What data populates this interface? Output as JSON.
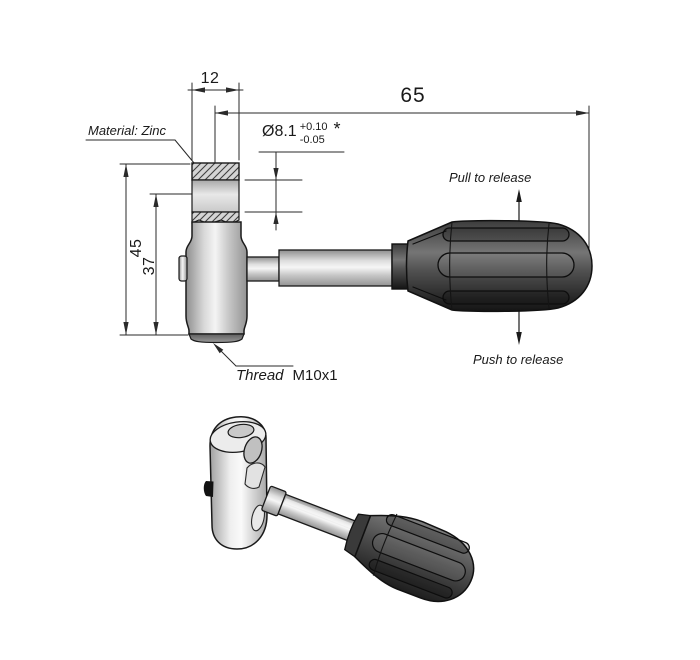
{
  "front_view": {
    "dim_width": "12",
    "dim_length": "65",
    "dim_height": "45",
    "dim_inner_height": "37",
    "material_note": "Material: Zinc",
    "hole": {
      "diameter": "Ø8.1",
      "tol_plus": "+0.10",
      "tol_minus": "-0.05",
      "flag": "*"
    },
    "pull_note": "Pull to release",
    "push_note": "Push to release",
    "thread": {
      "label": "Thread",
      "value": "M10x1"
    }
  },
  "colors": {
    "line": "#1a1a1a",
    "metal_light": "#f4f4f4",
    "metal_dark": "#8f8f8f",
    "grip_dark": "#141414",
    "grip_mid": "#757575",
    "background": "#ffffff"
  }
}
